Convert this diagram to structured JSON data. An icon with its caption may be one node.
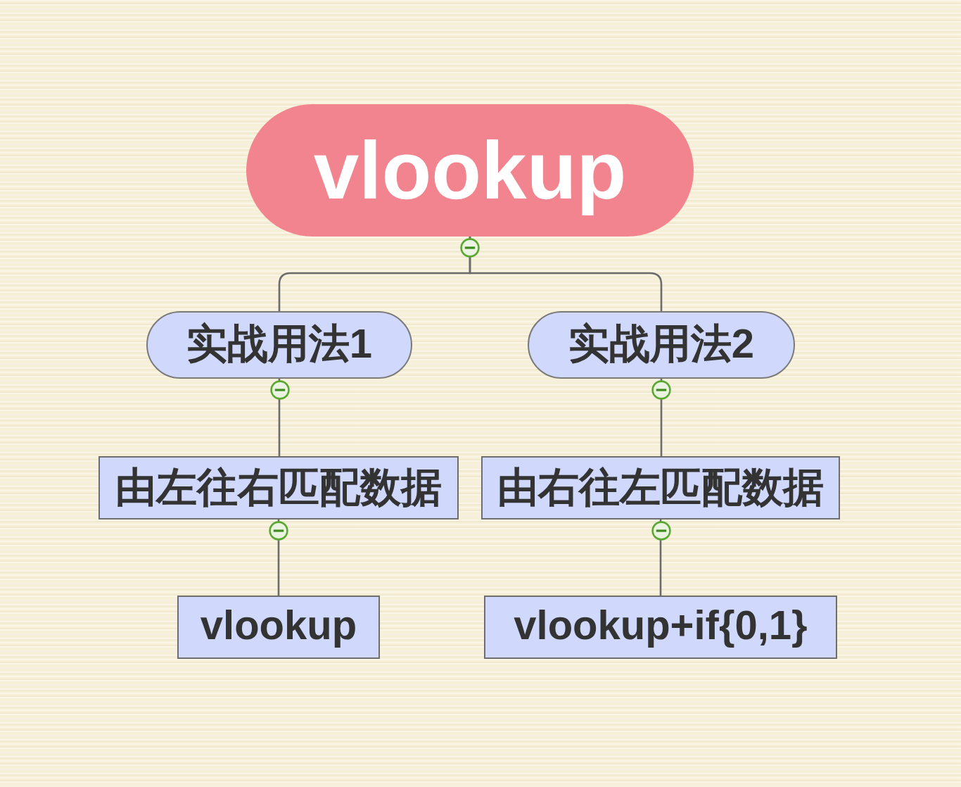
{
  "diagram": {
    "nodes": [
      {
        "text": [
          "vlookup"
        ]
      },
      {
        "text": [
          "实战用法1"
        ]
      },
      {
        "text": [
          "实战用法2"
        ]
      },
      {
        "text": [
          "由左往右匹配数据"
        ]
      },
      {
        "text": [
          "由右往左匹配数据"
        ]
      },
      {
        "text": [
          "vlookup"
        ]
      },
      {
        "text": [
          "vlookup+if{0,1}"
        ]
      }
    ],
    "edges": [
      {
        "from": 0,
        "to": 1,
        "arrow": "none"
      },
      {
        "from": 0,
        "to": 2,
        "arrow": "none"
      },
      {
        "from": 1,
        "to": 3,
        "arrow": "none"
      },
      {
        "from": 2,
        "to": 4,
        "arrow": "none"
      },
      {
        "from": 3,
        "to": 5,
        "arrow": "none"
      },
      {
        "from": 4,
        "to": 6,
        "arrow": "none"
      }
    ]
  }
}
